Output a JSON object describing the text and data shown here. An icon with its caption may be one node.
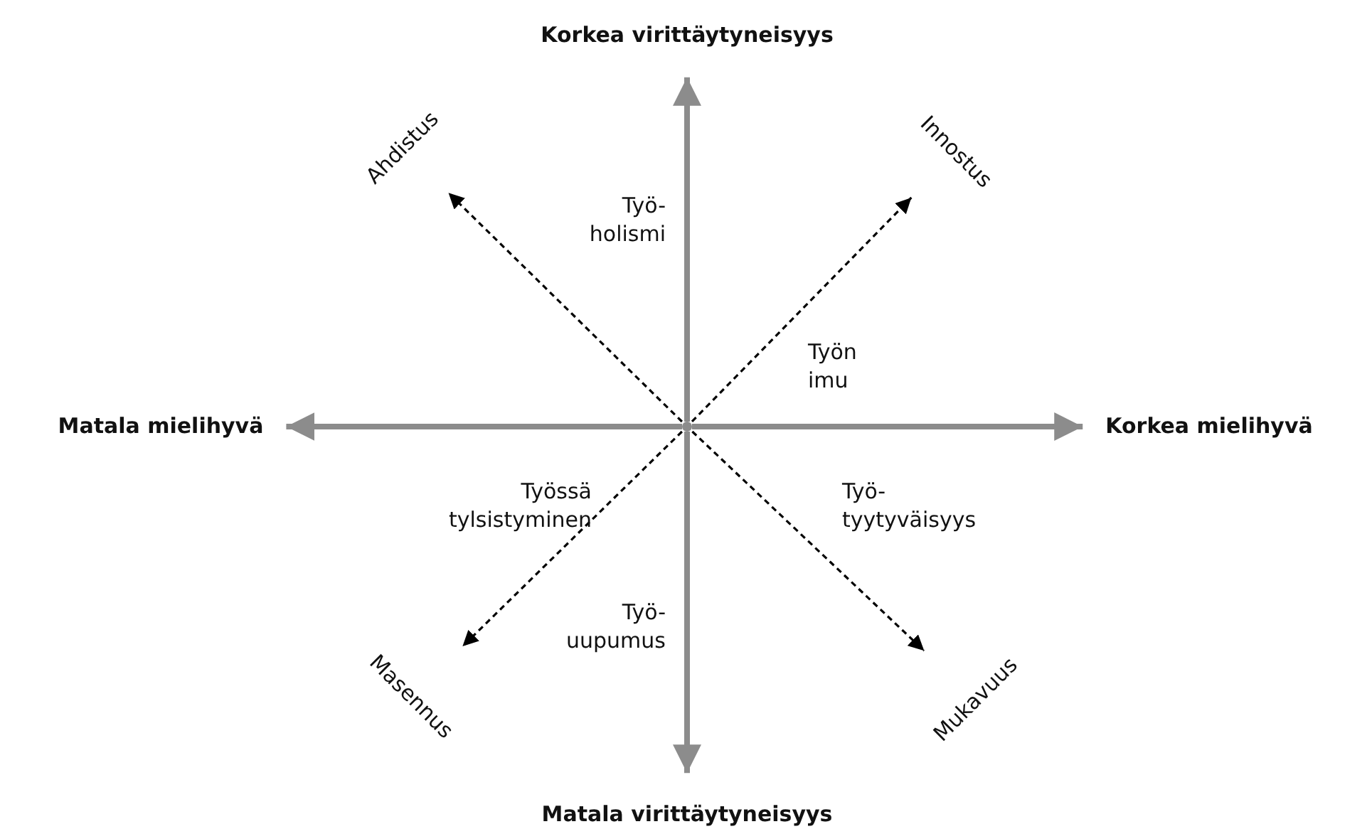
{
  "diagram": {
    "nodes": [
      {
        "text": [],
        "shape": "circle"
      },
      {
        "text": [
          "Korkea virittäytyneisyys"
        ]
      },
      {
        "text": [
          "Ahdistus"
        ]
      },
      {
        "text": [
          "Innostus"
        ]
      },
      {
        "text": [
          "Matala mielihyvä"
        ]
      },
      {
        "text": [
          "Korkea mielihyvä"
        ]
      },
      {
        "text": [
          "Masennus"
        ]
      },
      {
        "text": [
          "Mukavuus"
        ]
      },
      {
        "text": [
          "Matala virittäytyneisyys"
        ]
      }
    ],
    "edges": [
      {
        "from": 0,
        "to": 1,
        "arrow": "to",
        "style": "thick",
        "color": "#8c8c8c"
      },
      {
        "from": 0,
        "to": 5,
        "arrow": "to",
        "style": "thick",
        "color": "#8c8c8c"
      },
      {
        "from": 0,
        "to": 8,
        "arrow": "to",
        "style": "thick",
        "color": "#8c8c8c"
      },
      {
        "from": 0,
        "to": 4,
        "arrow": "to",
        "style": "thick",
        "color": "#8c8c8c"
      },
      {
        "from": 0,
        "to": 2,
        "arrow": "to",
        "style": "dashed",
        "color": "#000000"
      },
      {
        "from": 0,
        "to": 3,
        "arrow": "to",
        "style": "dashed",
        "color": "#000000"
      },
      {
        "from": 0,
        "to": 6,
        "arrow": "to",
        "style": "dashed",
        "color": "#000000"
      },
      {
        "from": 0,
        "to": 7,
        "arrow": "to",
        "style": "dashed",
        "color": "#000000"
      }
    ],
    "labels": [
      "Työ- holismi",
      "Työn imu",
      "Työssä tylsistyminen",
      "Työ- tyytyväisyys",
      "Työ- uupumus"
    ]
  }
}
